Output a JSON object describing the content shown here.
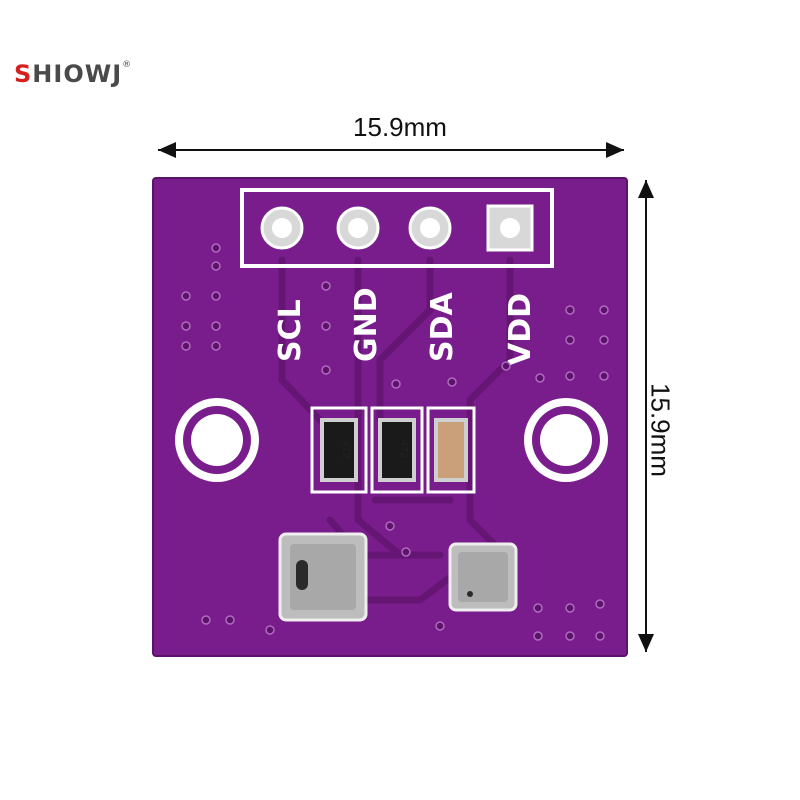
{
  "brand": {
    "logo_text_s": "S",
    "logo_text_rest": "HIOWJ",
    "registered_mark": "®"
  },
  "dimensions": {
    "width_label": "15.9mm",
    "height_label": "15.9mm"
  },
  "board": {
    "pin_labels": [
      "SCL",
      "GND",
      "SDA",
      "VDD"
    ],
    "resistor_markings": [
      "472",
      "472"
    ],
    "colors": {
      "pcb": "#7a1d8c",
      "silkscreen": "#ffffff",
      "pad": "#d8d8d8"
    }
  }
}
